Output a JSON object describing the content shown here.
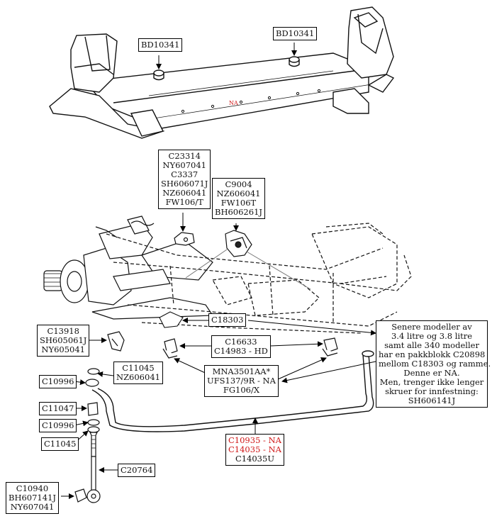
{
  "labels": {
    "bd_left": "BD10341",
    "bd_right": "BD10341",
    "frame_na": "NA",
    "c23314": [
      "C23314",
      "NY607041",
      "C3337",
      "SH606071J",
      "NZ606041",
      "FW106/T"
    ],
    "c9004": [
      "C9004",
      "NZ606041",
      "FW106T",
      "BH606261J"
    ],
    "c18303": "C18303",
    "c13918": [
      "C13918",
      "SH605061J",
      "NY605041"
    ],
    "c16633": [
      "C16633",
      "C14983 - HD"
    ],
    "c11045_top": [
      "C11045",
      "NZ606041"
    ],
    "c10996_top": "C10996",
    "c11047": "C11047",
    "c10996_bot": "C10996",
    "c11045_bot": "C11045",
    "mna": [
      "MNA3501AA*",
      "UFS137/9R - NA",
      "FG106/X"
    ],
    "note": [
      "Senere modeller av",
      "3.4 litre og 3.8 litre",
      "samt alle 340 modeller",
      "har en pakkblokk C20898",
      "mellom C18303 og ramme.",
      "Denne er NA.",
      "Men, trenger ikke lenger",
      "skruer for innfestning:",
      "SH606141J"
    ],
    "c10935": [
      "C10935 - NA",
      "C14035 - NA",
      "C14035U"
    ],
    "c20764": "C20764",
    "c10940": [
      "C10940",
      "BH607141J",
      "NY607041"
    ]
  }
}
